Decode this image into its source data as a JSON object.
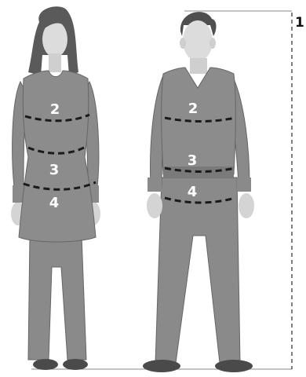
{
  "markers": {
    "woman": {
      "chest": "2",
      "waist": "3",
      "hips": "4"
    },
    "man": {
      "chest": "2",
      "waist": "3",
      "hips": "4"
    },
    "height": "1"
  },
  "colors": {
    "clothing": "#8c8c8c",
    "clothing_dark": "#6e6e6e",
    "skin": "#d9d9d9",
    "hair": "#5a5a5a",
    "shoes": "#4a4a4a",
    "dash": "#1a1a1a",
    "ruler": "#777777"
  }
}
